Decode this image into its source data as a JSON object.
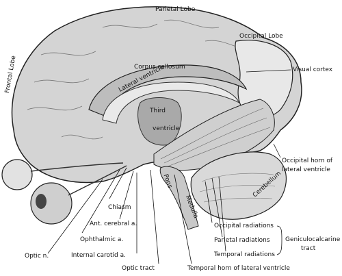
{
  "labels": {
    "parietal_lobe": "Parietal Lobe",
    "occipital_lobe": "Occipital Lobe",
    "frontal_lobe": "Frontal Lobe",
    "corpus_callosum": "Corpus callosum",
    "lateral_ventricle": "Lateral ventricle",
    "third": "Third",
    "ventricle": "ventricle",
    "visual_cortex": "Visual cortex",
    "occipital_horn_1": "Occipital horn of",
    "occipital_horn_2": "lateral ventricle",
    "cerebellum": "Cerebellum",
    "pons": "Pons",
    "medulla": "Medulla",
    "chiasm": "Chiasm",
    "ant_cerebral": "Ant. cerebral a.",
    "ophthalmic": "Ophthalmic a.",
    "optic_n": "Optic n.",
    "internal_carotid": "Internal carotid a.",
    "optic_tract": "Optic tract",
    "temporal_horn": "Temporal horn of lateral ventricle",
    "occipital_radiations": "Occipital radiations",
    "parietal_radiations": "Parietal radiations",
    "temporal_radiations": "Temporal radiations",
    "geniculocalcarine_1": "Geniculocalcarine",
    "geniculocalcarine_2": "tract"
  }
}
